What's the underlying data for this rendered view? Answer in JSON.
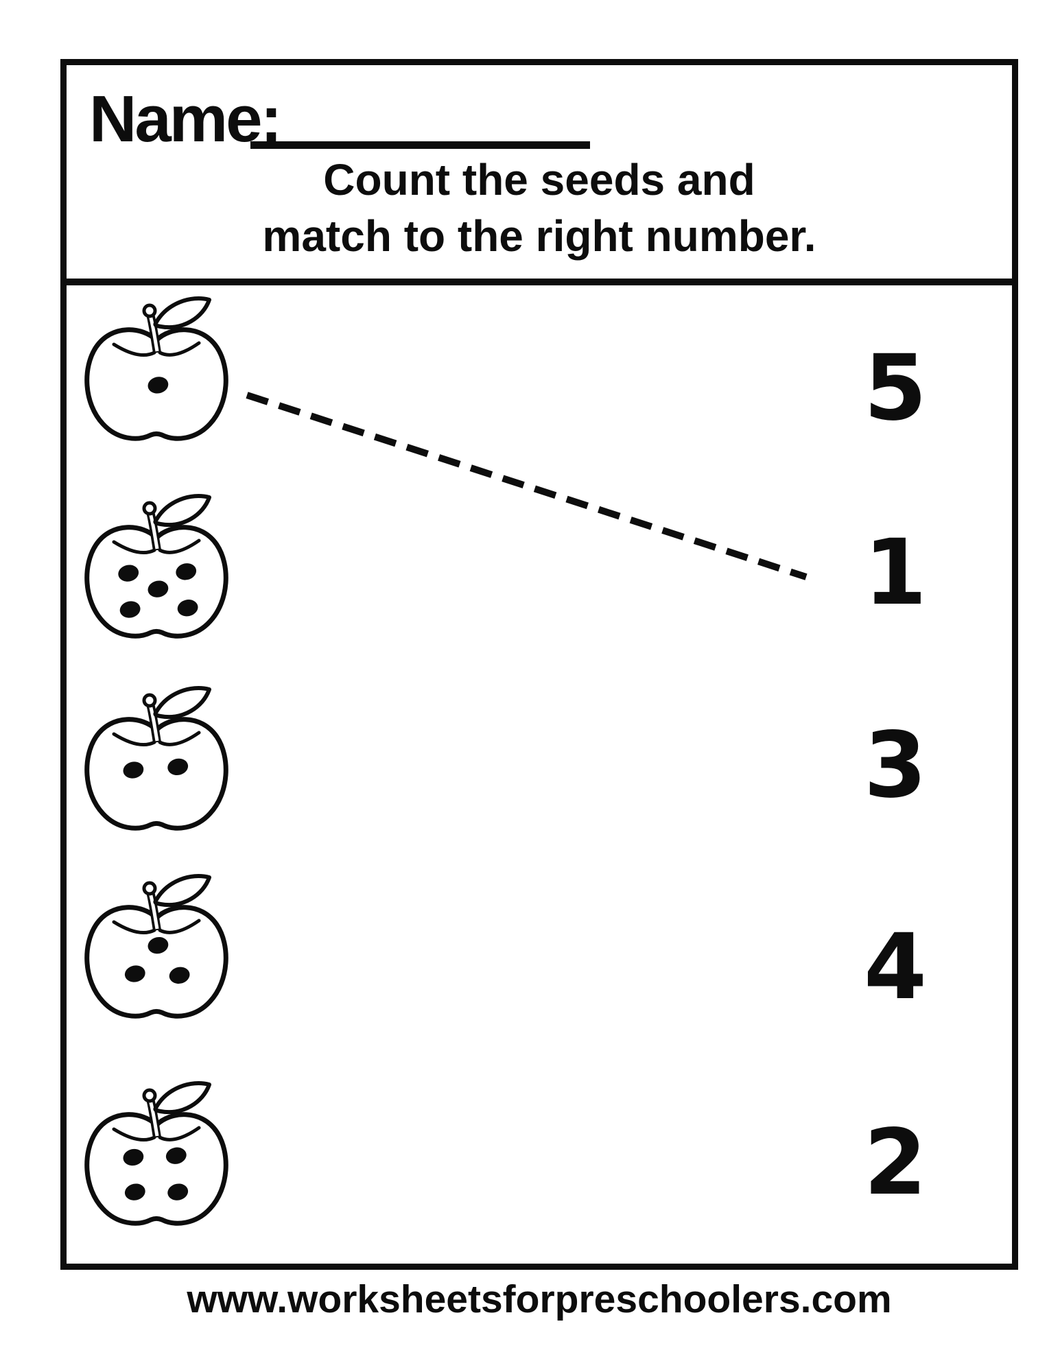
{
  "page": {
    "name_label": "Name:",
    "instruction_line1": "Count the seeds and",
    "instruction_line2": "match to the right number.",
    "footer_url": "www.worksheetsforpreschoolers.com",
    "ink_color": "#0d0d0d",
    "paper_color": "#ffffff"
  },
  "worksheet": {
    "apples": [
      {
        "seeds": 1,
        "seed_positions": [
          [
            0.51,
            0.58
          ]
        ]
      },
      {
        "seeds": 5,
        "seed_positions": [
          [
            0.33,
            0.52
          ],
          [
            0.68,
            0.51
          ],
          [
            0.51,
            0.62
          ],
          [
            0.34,
            0.75
          ],
          [
            0.69,
            0.74
          ]
        ]
      },
      {
        "seeds": 2,
        "seed_positions": [
          [
            0.36,
            0.55
          ],
          [
            0.63,
            0.53
          ]
        ]
      },
      {
        "seeds": 3,
        "seed_positions": [
          [
            0.51,
            0.47
          ],
          [
            0.37,
            0.65
          ],
          [
            0.64,
            0.66
          ]
        ]
      },
      {
        "seeds": 4,
        "seed_positions": [
          [
            0.36,
            0.5
          ],
          [
            0.62,
            0.49
          ],
          [
            0.37,
            0.72
          ],
          [
            0.63,
            0.72
          ]
        ]
      }
    ],
    "numbers": [
      "5",
      "1",
      "3",
      "4",
      "2"
    ],
    "drawn_match": {
      "apple_with_seeds": 1,
      "matched_number": "1"
    }
  }
}
